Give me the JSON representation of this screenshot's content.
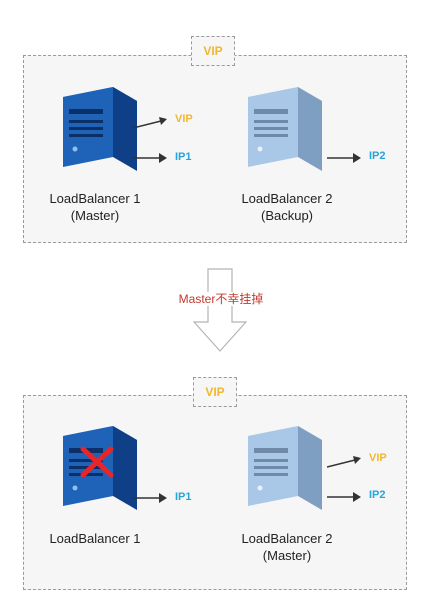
{
  "top_group": {
    "vip_badge": "VIP",
    "server1": {
      "name": "LoadBalancer 1",
      "role": "(Master)",
      "addresses": [
        "VIP",
        "IP1"
      ]
    },
    "server2": {
      "name": "LoadBalancer 2",
      "role": "(Backup)",
      "addresses": [
        "IP2"
      ]
    }
  },
  "transition": {
    "label": "Master不幸挂掉"
  },
  "bottom_group": {
    "vip_badge": "VIP",
    "server1": {
      "name": "LoadBalancer 1",
      "status": "failed",
      "addresses": [
        "IP1"
      ]
    },
    "server2": {
      "name": "LoadBalancer 2",
      "role": "(Master)",
      "addresses": [
        "VIP",
        "IP2"
      ]
    }
  },
  "colors": {
    "vip_label": "#f0b72f",
    "ip_label": "#27a4d9",
    "master_server": "#1e63b8",
    "backup_server": "#a9c7e6",
    "event_text": "#c0392b",
    "fail_cross": "#e8262a"
  },
  "icons": [
    "server-icon",
    "arrow-right-icon",
    "arrow-down-icon",
    "cross-icon"
  ]
}
